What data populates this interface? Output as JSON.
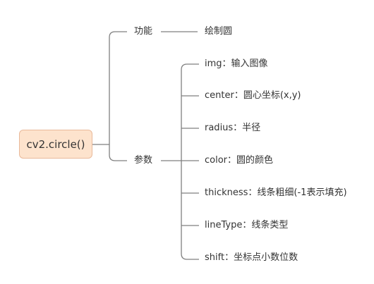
{
  "root": {
    "label": "cv2.circle()"
  },
  "branches": [
    {
      "label": "功能",
      "children": [
        "绘制圆"
      ]
    },
    {
      "label": "参数",
      "children": [
        "img：输入图像",
        "center：圆心坐标(x,y)",
        "radius：半径",
        "color：圆的颜色",
        "thickness：线条粗细(-1表示填充)",
        "lineType：线条类型",
        "shift：坐标点小数位数"
      ]
    }
  ],
  "colors": {
    "root_fill": "#fde3cd",
    "root_border": "#e9b99a",
    "connector": "#7f7f7f",
    "text": "#333333"
  }
}
